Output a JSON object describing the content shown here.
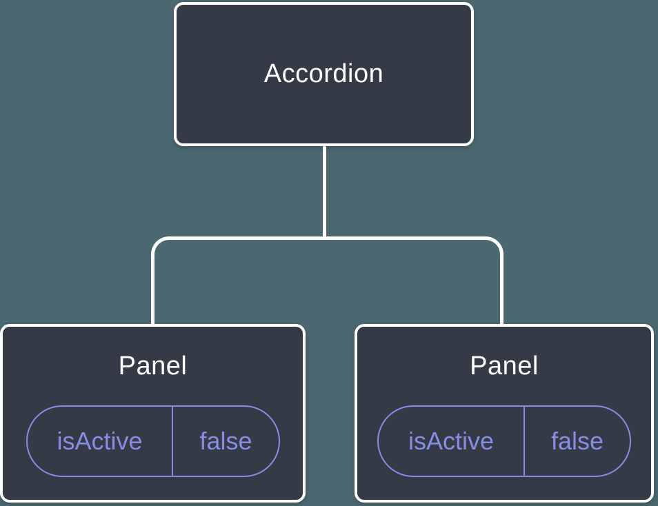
{
  "colors": {
    "background": "#4b6770",
    "node_fill": "#343a46",
    "node_border": "#ffffff",
    "title_text": "#ffffff",
    "accent_purple": "#868ee4"
  },
  "tree": {
    "root": {
      "label": "Accordion"
    },
    "children": [
      {
        "label": "Panel",
        "state": {
          "name": "isActive",
          "value": "false"
        }
      },
      {
        "label": "Panel",
        "state": {
          "name": "isActive",
          "value": "false"
        }
      }
    ]
  }
}
